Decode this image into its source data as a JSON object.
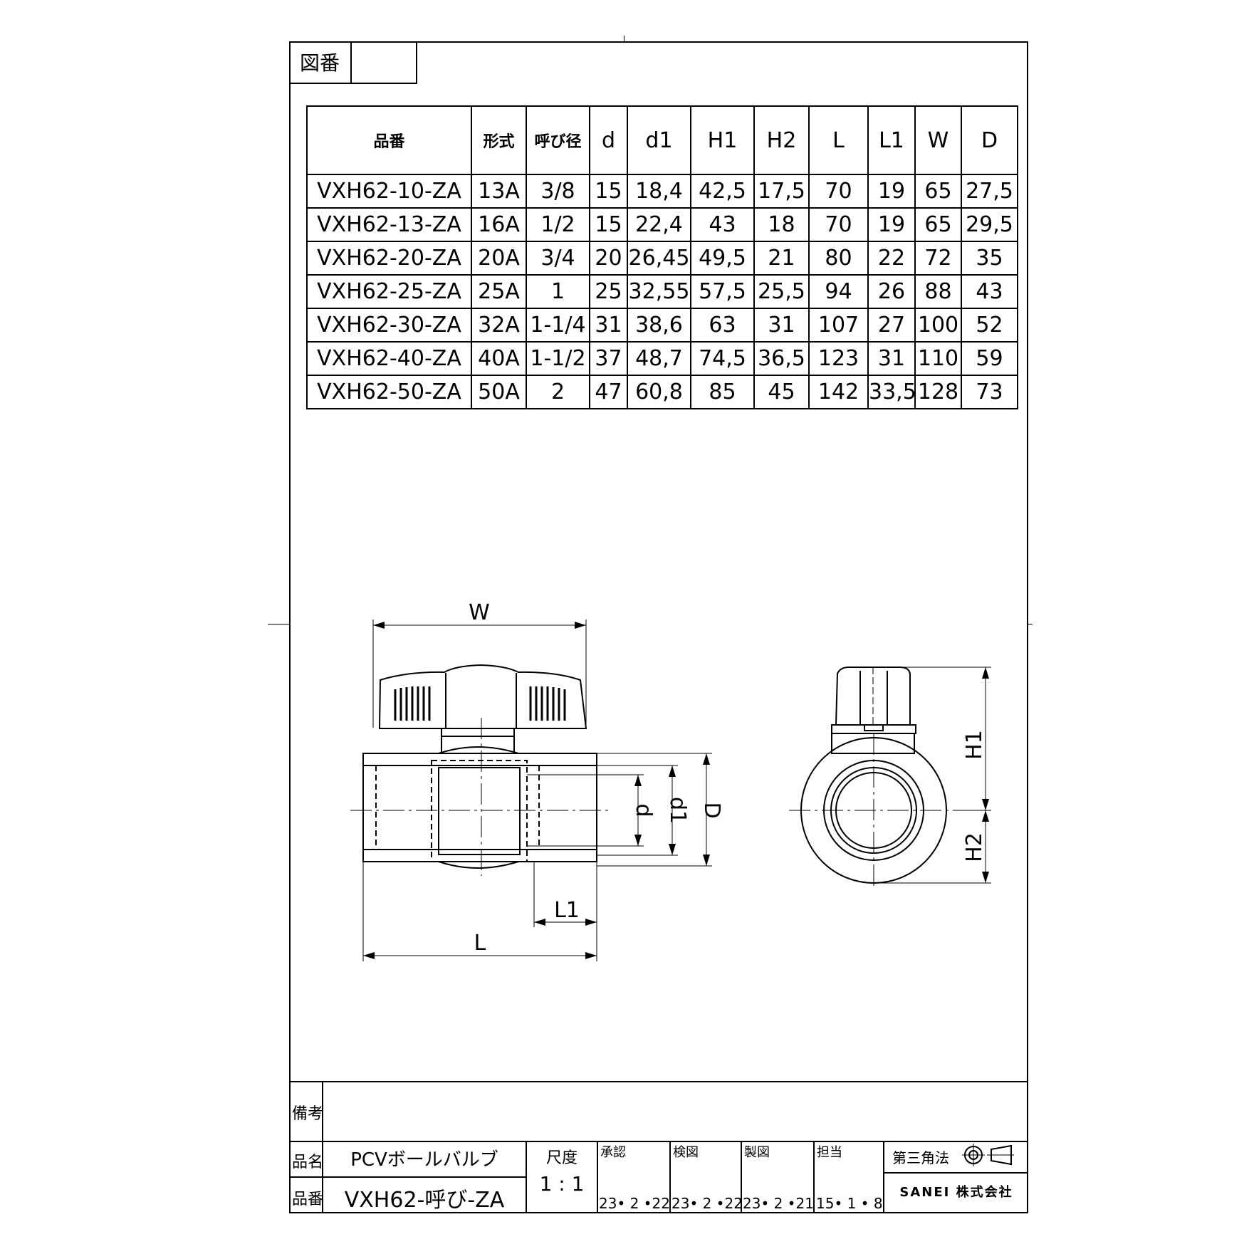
{
  "title_block": {
    "drawing_number_label": "図番",
    "remarks_label": "備考",
    "product_name_label": "品名",
    "product_number_label": "品番",
    "product_name": "PCVボールバルブ",
    "product_number": "VXH62-呼び-ZA",
    "scale_label": "尺度",
    "scale_value": "1 : 1",
    "approved_label": "承認",
    "approved_date": "23• 2 •22",
    "checked_label": "検図",
    "checked_date": "23• 2 •22",
    "drawn_label": "製図",
    "drawn_date": "23• 2 •21",
    "charge_label": "担当",
    "charge_date": "15• 1 • 8",
    "projection_label": "第三角法",
    "company": "SANEI 株式会社"
  },
  "spec_table": {
    "headers": [
      "品番",
      "形式",
      "呼び径",
      "d",
      "d1",
      "H1",
      "H2",
      "L",
      "L1",
      "W",
      "D"
    ],
    "rows": [
      [
        "VXH62-10-ZA",
        "13A",
        "3/8",
        "15",
        "18,4",
        "42,5",
        "17,5",
        "70",
        "19",
        "65",
        "27,5"
      ],
      [
        "VXH62-13-ZA",
        "16A",
        "1/2",
        "15",
        "22,4",
        "43",
        "18",
        "70",
        "19",
        "65",
        "29,5"
      ],
      [
        "VXH62-20-ZA",
        "20A",
        "3/4",
        "20",
        "26,45",
        "49,5",
        "21",
        "80",
        "22",
        "72",
        "35"
      ],
      [
        "VXH62-25-ZA",
        "25A",
        "1",
        "25",
        "32,55",
        "57,5",
        "25,5",
        "94",
        "26",
        "88",
        "43"
      ],
      [
        "VXH62-30-ZA",
        "32A",
        "1-1/4",
        "31",
        "38,6",
        "63",
        "31",
        "107",
        "27",
        "100",
        "52"
      ],
      [
        "VXH62-40-ZA",
        "40A",
        "1-1/2",
        "37",
        "48,7",
        "74,5",
        "36,5",
        "123",
        "31",
        "110",
        "59"
      ],
      [
        "VXH62-50-ZA",
        "50A",
        "2",
        "47",
        "60,8",
        "85",
        "45",
        "142",
        "33,5",
        "128",
        "73"
      ]
    ]
  },
  "drawing": {
    "dim_W": "W",
    "dim_d": "d",
    "dim_d1": "d1",
    "dim_D": "D",
    "dim_L1": "L1",
    "dim_L": "L",
    "dim_H1": "H1",
    "dim_H2": "H2"
  }
}
